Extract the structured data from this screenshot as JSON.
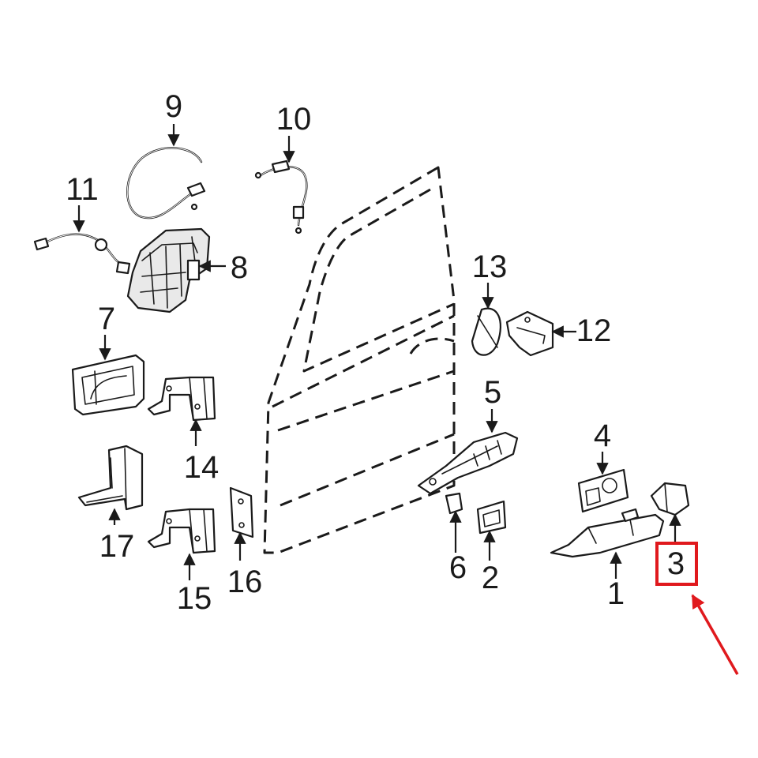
{
  "diagram": {
    "callouts": [
      {
        "id": "1",
        "label": "1"
      },
      {
        "id": "2",
        "label": "2"
      },
      {
        "id": "3",
        "label": "3"
      },
      {
        "id": "4",
        "label": "4"
      },
      {
        "id": "5",
        "label": "5"
      },
      {
        "id": "6",
        "label": "6"
      },
      {
        "id": "7",
        "label": "7"
      },
      {
        "id": "8",
        "label": "8"
      },
      {
        "id": "9",
        "label": "9"
      },
      {
        "id": "10",
        "label": "10"
      },
      {
        "id": "11",
        "label": "11"
      },
      {
        "id": "12",
        "label": "12"
      },
      {
        "id": "13",
        "label": "13"
      },
      {
        "id": "14",
        "label": "14"
      },
      {
        "id": "15",
        "label": "15"
      },
      {
        "id": "16",
        "label": "16"
      },
      {
        "id": "17",
        "label": "17"
      }
    ],
    "highlighted_callout": "3",
    "colors": {
      "line": "#1a1a1a",
      "highlight": "#e0191d",
      "background": "#ffffff"
    }
  }
}
